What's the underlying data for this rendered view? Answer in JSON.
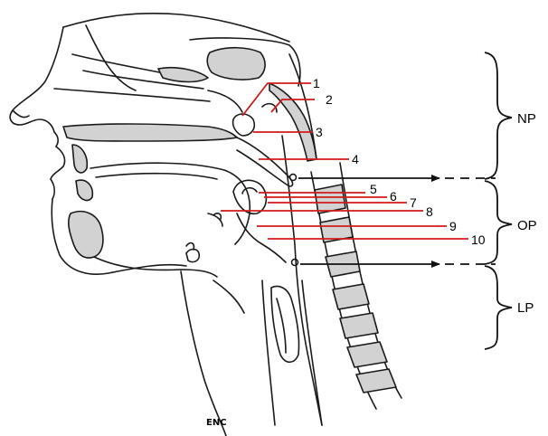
{
  "labels": {
    "l1": "1",
    "l2": "2",
    "l3": "3",
    "l4": "4",
    "l5": "5",
    "l6": "6",
    "l7": "7",
    "l8": "8",
    "l9": "9",
    "l10": "10"
  },
  "regions": {
    "np": "NP",
    "op": "OP",
    "lp": "LP"
  },
  "signature": "ENC"
}
